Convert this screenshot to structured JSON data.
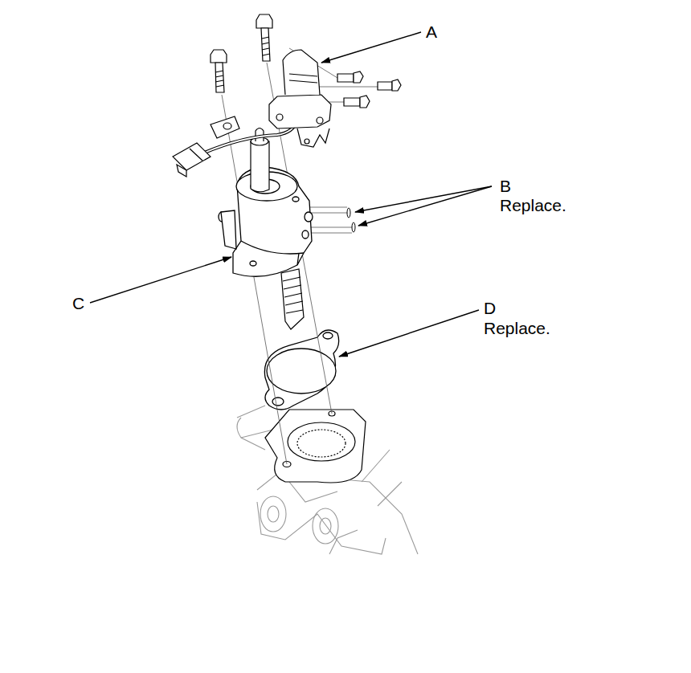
{
  "diagram": {
    "labels": [
      "A",
      "B",
      "Replace.",
      "C",
      "D",
      "Replace."
    ]
  }
}
